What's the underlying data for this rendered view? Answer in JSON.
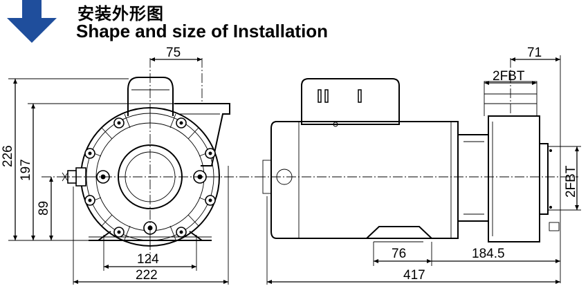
{
  "header": {
    "title_cn": "安装外形图",
    "title_en": "Shape and size of Installation",
    "arrow_color": "#1f4e9c"
  },
  "front_view": {
    "dims": {
      "top_offset": "75",
      "height_total": "226",
      "height_outlet": "197",
      "height_center": "89",
      "base_inner": "124",
      "base_outer": "222"
    }
  },
  "side_view": {
    "dims": {
      "outlet_offset": "71",
      "outlet_thread": "2FBT",
      "inlet_thread": "2FBT",
      "foot_width": "76",
      "foot_to_end": "184.5",
      "overall_length": "417"
    }
  }
}
